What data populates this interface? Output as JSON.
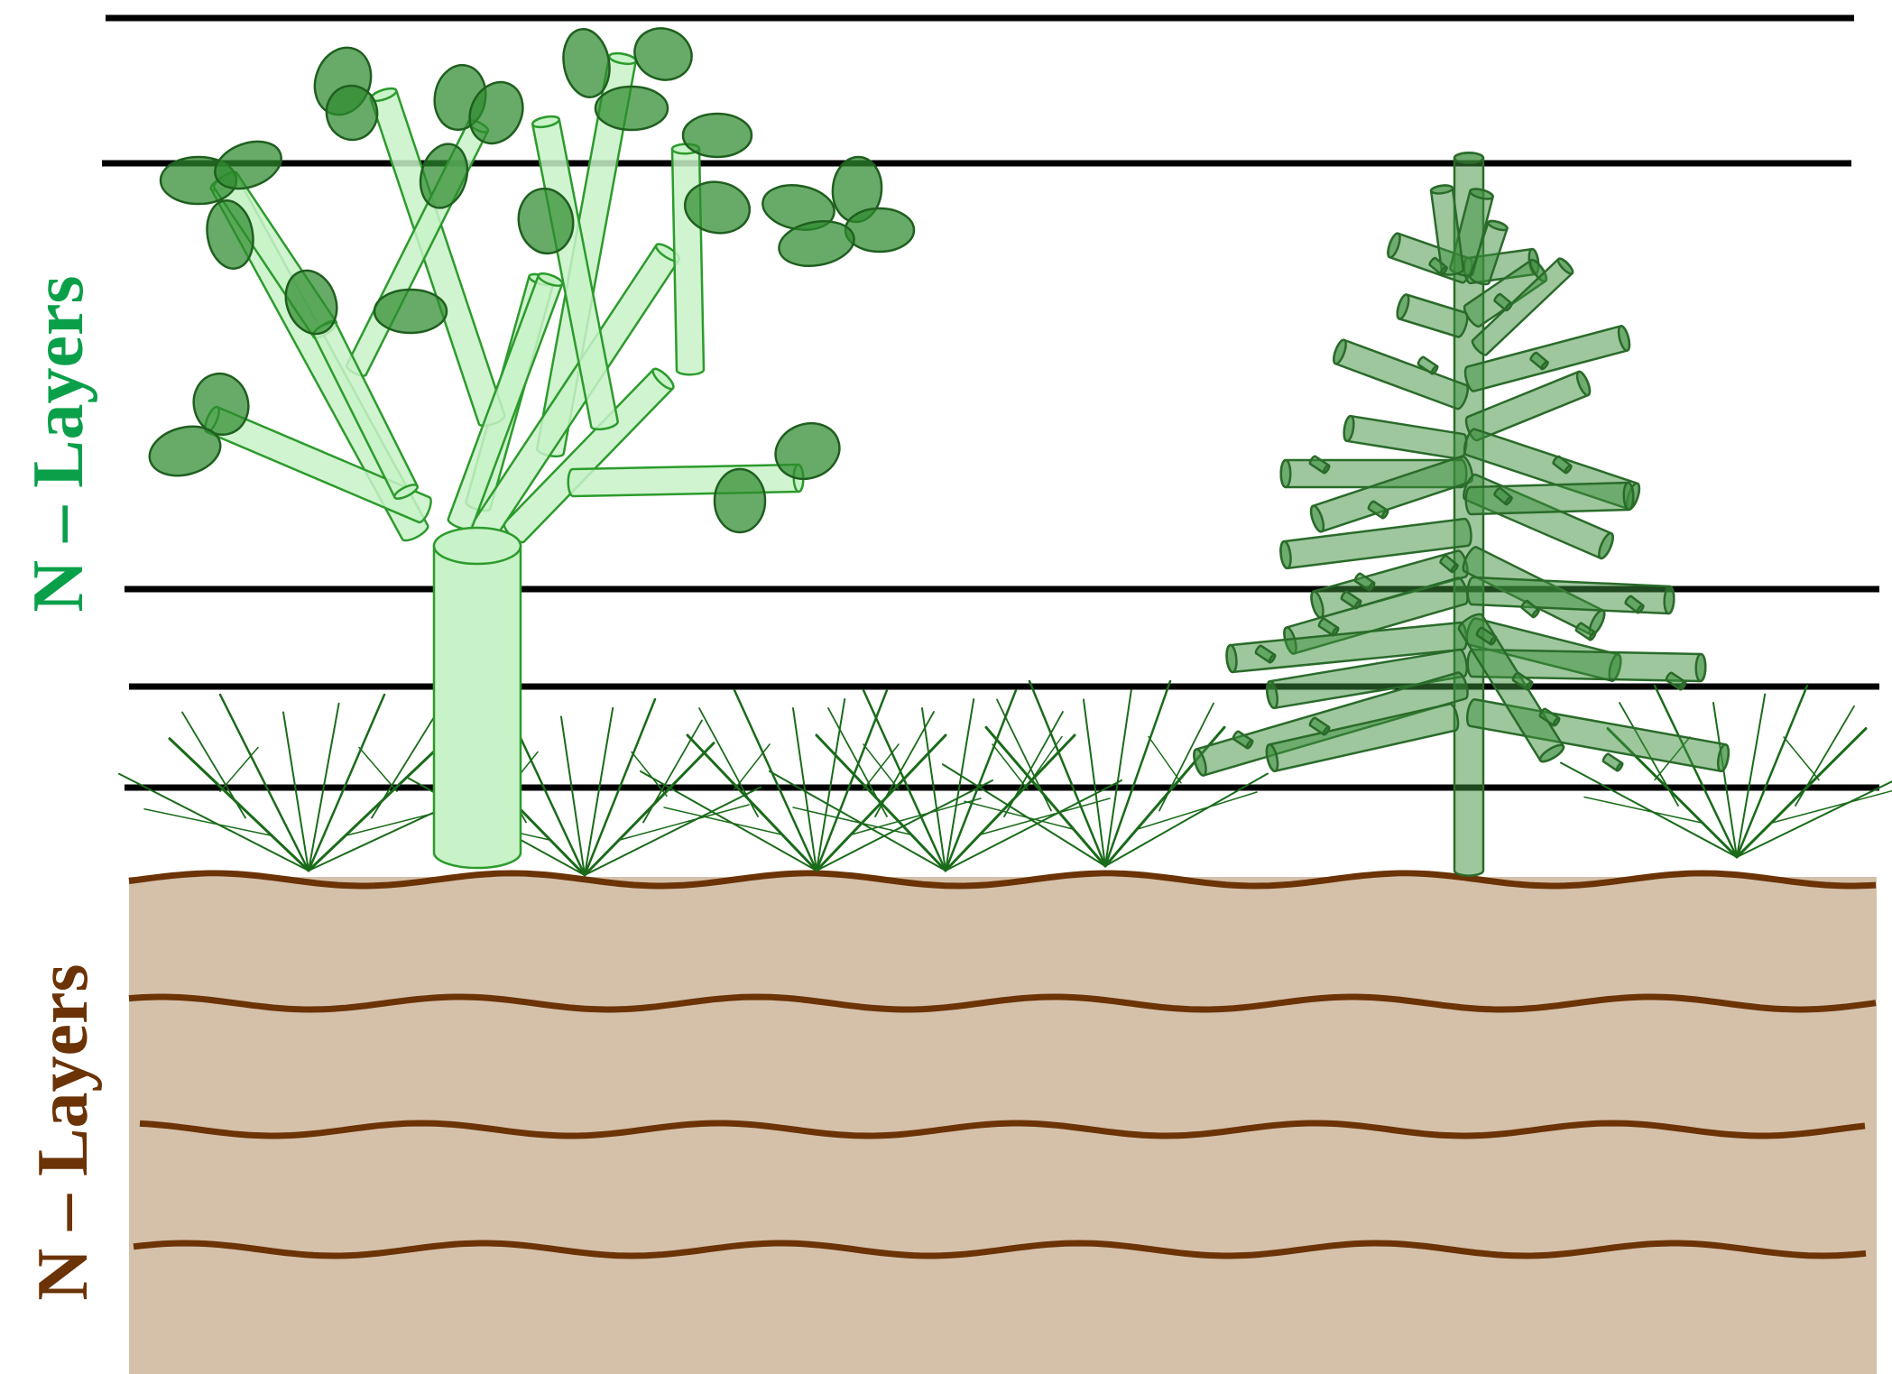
{
  "labels": {
    "above": "N – Layers",
    "below": "N – Layers"
  },
  "colors": {
    "above_label": "#0aa04a",
    "below_label": "#6b3306",
    "soil": "#d5c0aa",
    "soil_line": "#6b3306",
    "layer_line": "#000000",
    "trunk_fill": "#c8f2c8",
    "trunk_stroke": "#2c9b2c",
    "leaf_fill": "#2e8b2e",
    "leaf_stroke": "#1f5f1f",
    "conifer_fill": "#3d8f3d",
    "conifer_stroke": "#2a6b2a",
    "grass": "#1a6b1a"
  },
  "diagram": {
    "above_ground_layer_lines": 5,
    "below_ground_layer_lines": 4,
    "plants": [
      "broadleaf-tree",
      "conifer-tree",
      "grass-tufts"
    ]
  }
}
